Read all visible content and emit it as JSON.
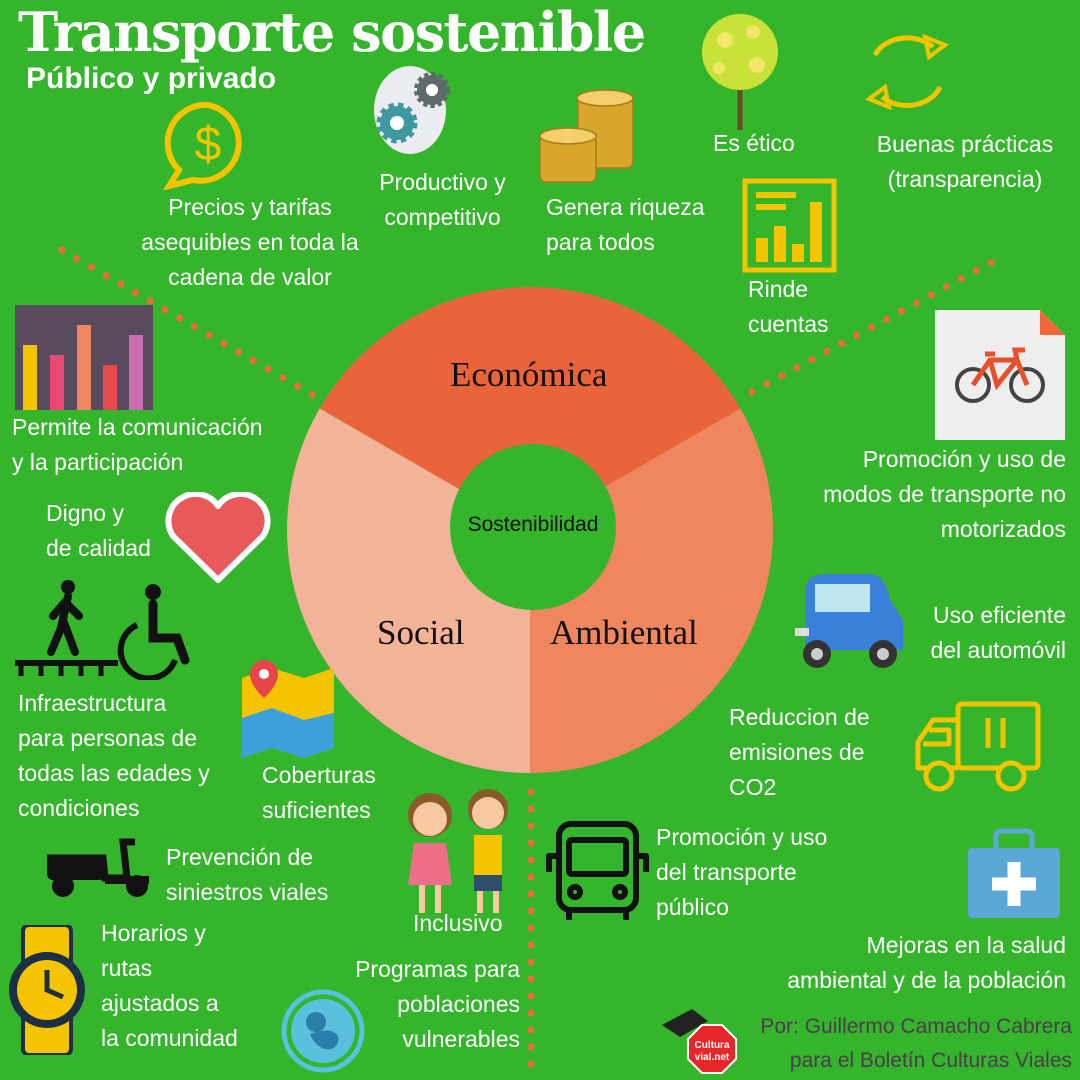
{
  "header": {
    "title": "Transporte sostenible",
    "subtitle": "Público y privado"
  },
  "center": {
    "core": "Sostenibilidad",
    "economic": "Económica",
    "social": "Social",
    "environmental": "Ambiental"
  },
  "colors": {
    "background": "#34b52c",
    "economic": "#e9643a",
    "social": "#f3b398",
    "environmental": "#f0865d",
    "dots": "#f06a3a"
  },
  "economic_items": [
    {
      "icon": "dollar-speech-icon",
      "label": "Precios y tarifas\nasequibles en toda la\ncadena de valor"
    },
    {
      "icon": "gears-icon",
      "label": "Productivo y\ncompetitivo"
    },
    {
      "icon": "coins-icon",
      "label": "Genera riqueza\npara todos"
    },
    {
      "icon": "tree-icon",
      "label": "Es ético"
    },
    {
      "icon": "cycle-arrows-icon",
      "label": "Buenas prácticas\n(transparencia)"
    },
    {
      "icon": "bar-chart-icon",
      "label": "Rinde\ncuentas"
    }
  ],
  "social_items": [
    {
      "icon": "raised-hands-icon",
      "label": "Permite la comunicación\ny la participación"
    },
    {
      "icon": "heart-icon",
      "label": "Digno y\nde calidad"
    },
    {
      "icon": "accessibility-icon",
      "label": "Infraestructura\npara personas de\ntodas las edades y\ncondiciones"
    },
    {
      "icon": "map-icon",
      "label": "Coberturas\nsuficientes"
    },
    {
      "icon": "scooter-icon",
      "label": "Prevención de\nsiniestros viales"
    },
    {
      "icon": "watch-icon",
      "label": "Horarios y\nrutas\najustados a\nla comunidad"
    },
    {
      "icon": "children-icon",
      "label": "Inclusivo"
    },
    {
      "icon": "baby-icon",
      "label": "Programas para\npoblaciones\nvulnerables"
    }
  ],
  "environmental_items": [
    {
      "icon": "bicycle-icon",
      "label": "Promoción y uso de\nmodos de transporte no\nmotorizados"
    },
    {
      "icon": "car-icon",
      "label": "Uso eficiente\ndel automóvil"
    },
    {
      "icon": "truck-icon",
      "label": "Reduccion de\nemisiones de\nCO2"
    },
    {
      "icon": "bus-icon",
      "label": "Promoción y uso\ndel transporte\npúblico"
    },
    {
      "icon": "medkit-icon",
      "label": "Mejoras en la salud\nambiental y de la población"
    }
  ],
  "footer": {
    "logo_text": "Cultura vial.net",
    "credit": "Por: Guillermo Camacho Cabrera\npara el Boletín Culturas Viales"
  }
}
